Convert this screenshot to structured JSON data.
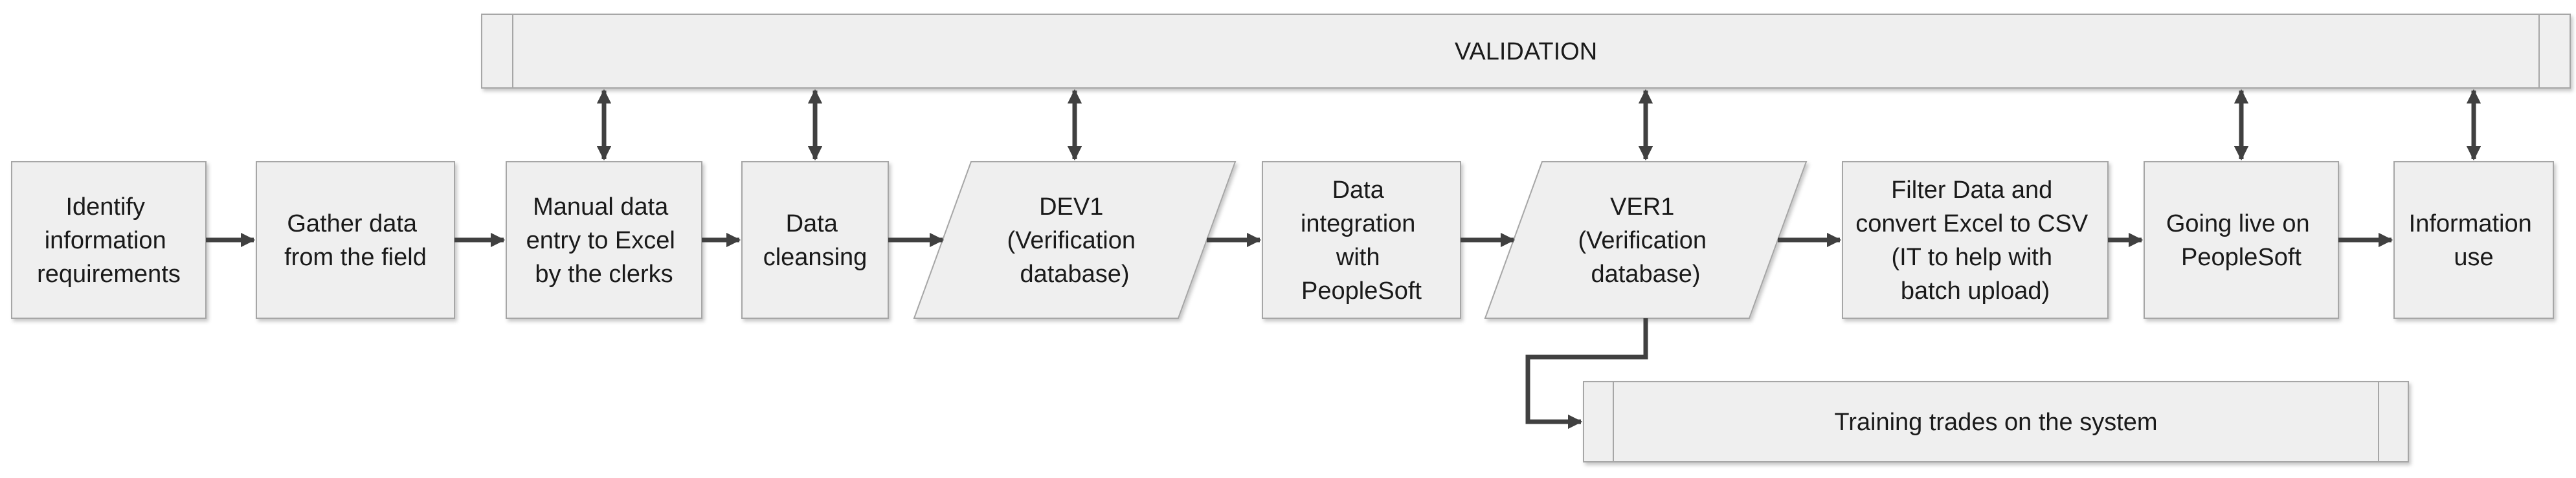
{
  "validation_bar": {
    "label": "VALIDATION"
  },
  "training_bar": {
    "label": "Training trades on the system"
  },
  "steps": {
    "identify": {
      "lines": [
        "Identify",
        "information",
        "requirements"
      ]
    },
    "gather": {
      "lines": [
        "Gather data",
        "from the field"
      ]
    },
    "manual_entry": {
      "lines": [
        "Manual data",
        "entry to Excel",
        "by the clerks"
      ]
    },
    "cleansing": {
      "lines": [
        "Data",
        "cleansing"
      ]
    },
    "dev1": {
      "lines": [
        "DEV1",
        "(Verification",
        "database)"
      ]
    },
    "integration": {
      "lines": [
        "Data",
        "integration",
        "with",
        "PeopleSoft"
      ]
    },
    "ver1": {
      "lines": [
        "VER1",
        "(Verification",
        "database)"
      ]
    },
    "filter": {
      "lines": [
        "Filter Data and",
        "convert Excel to CSV",
        "(IT to help with",
        "batch upload)"
      ]
    },
    "going_live": {
      "lines": [
        "Going live on",
        "PeopleSoft"
      ]
    },
    "information_use": {
      "lines": [
        "Information",
        "use"
      ]
    }
  },
  "colors": {
    "box_fill": "#efefef",
    "box_stroke": "#a6a6a6",
    "arrow": "#404040",
    "text": "#1a1a1a"
  }
}
